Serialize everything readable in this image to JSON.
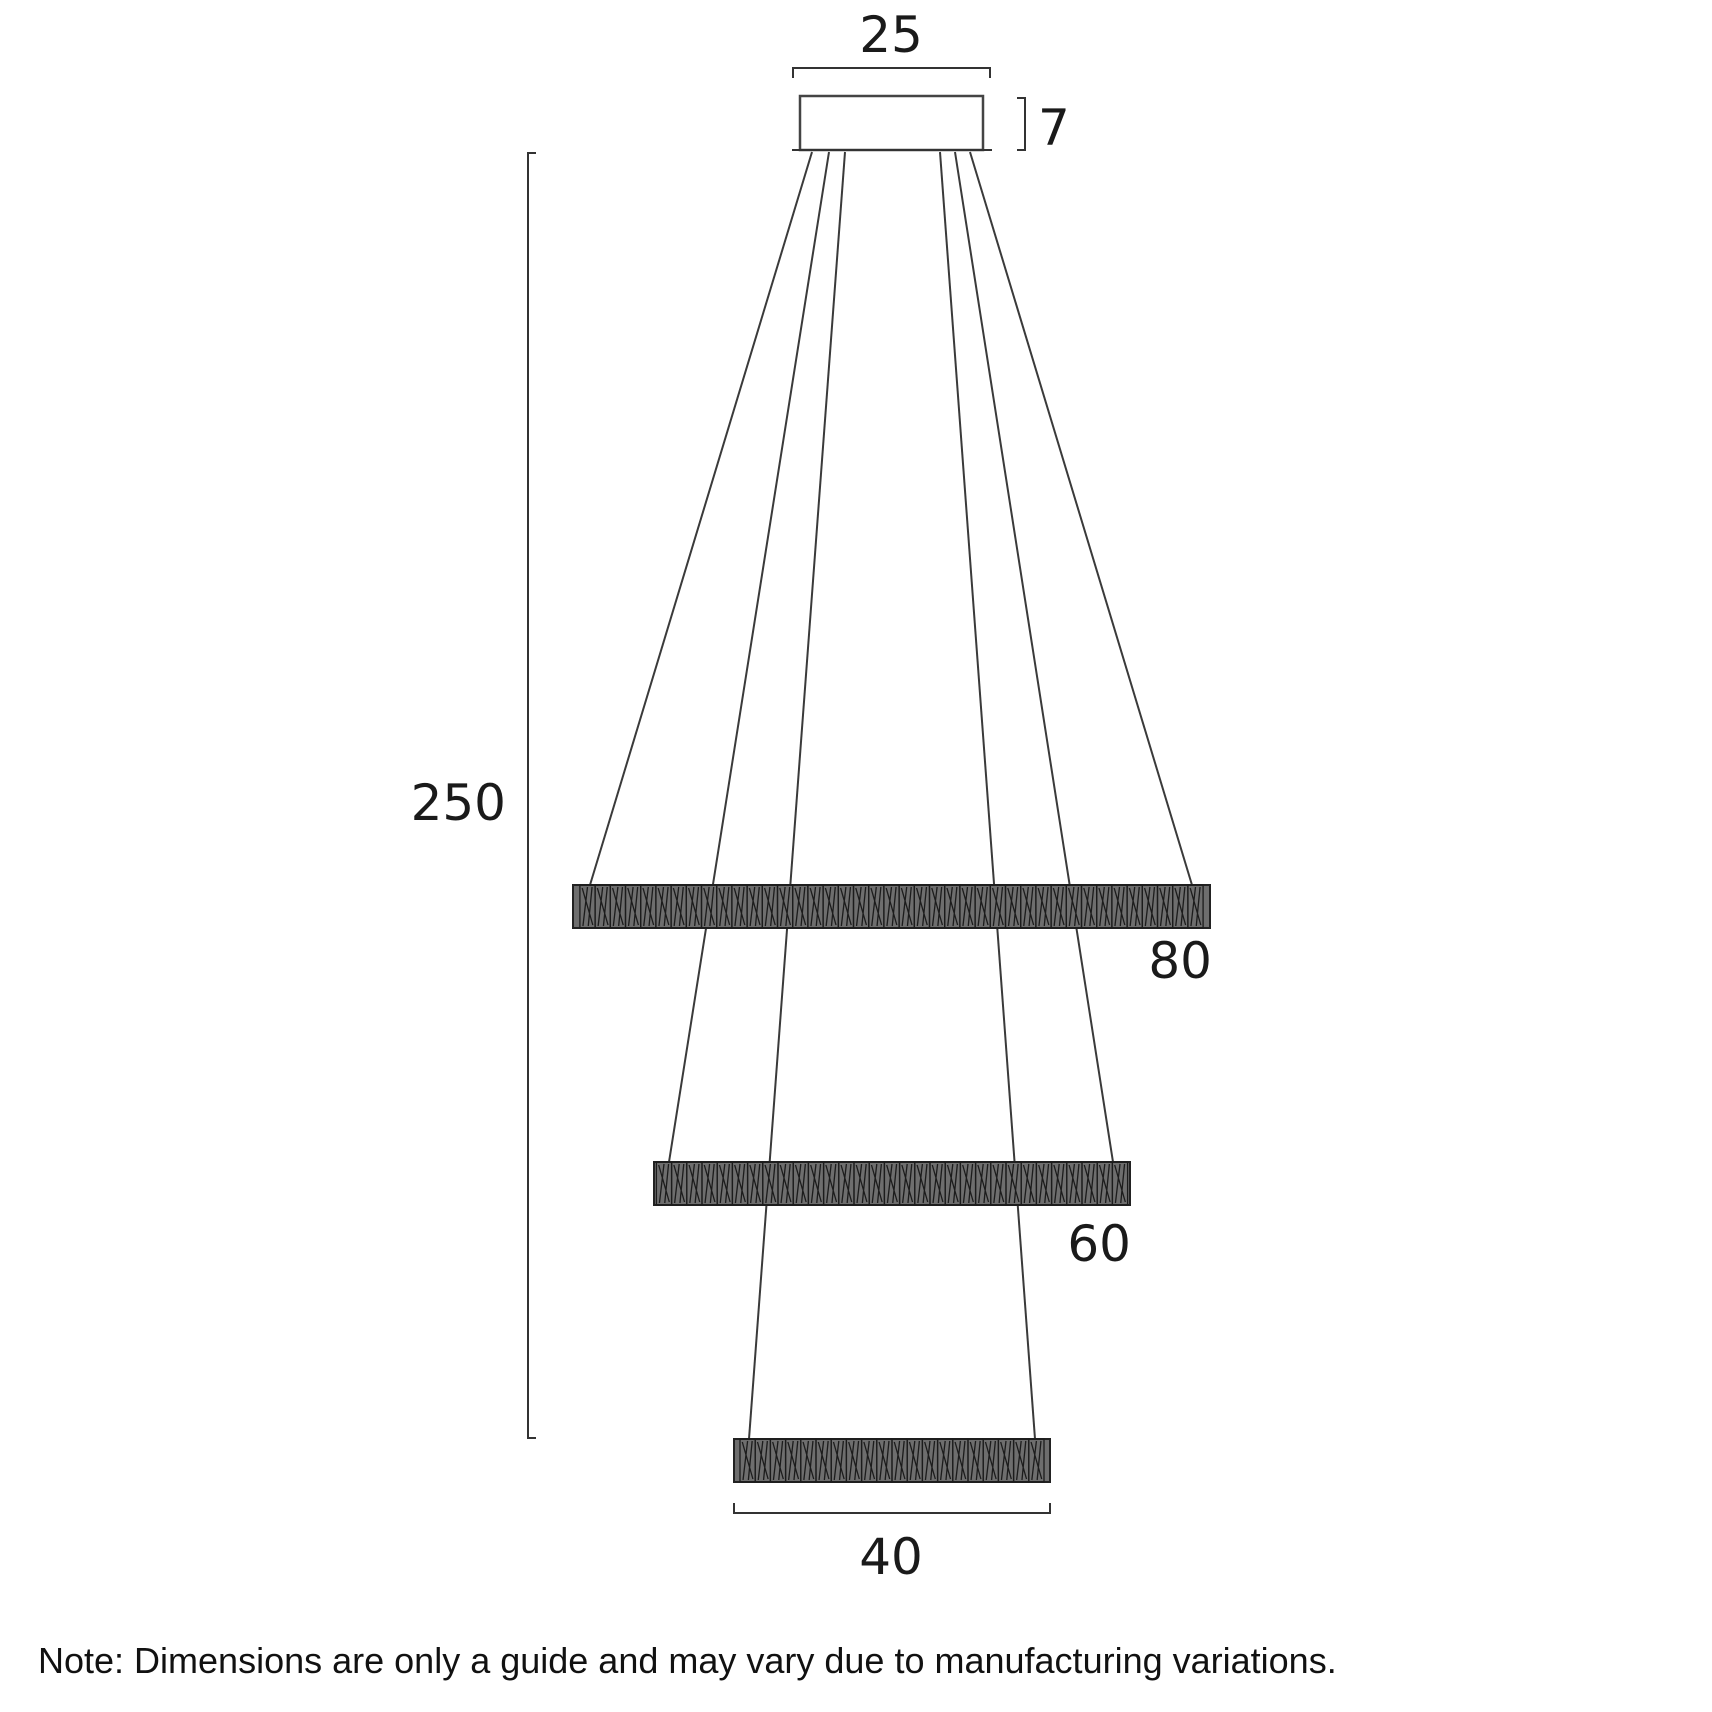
{
  "dimensions": {
    "canopy_width": "25",
    "canopy_height": "7",
    "overall_height": "250",
    "ring_large": "80",
    "ring_medium": "60",
    "ring_small": "40"
  },
  "note": "Note: Dimensions are only a guide and may vary due to manufacturing variations.",
  "colors": {
    "line": "#333333",
    "ring_fill": "#6e6e6e",
    "background": "#ffffff"
  }
}
